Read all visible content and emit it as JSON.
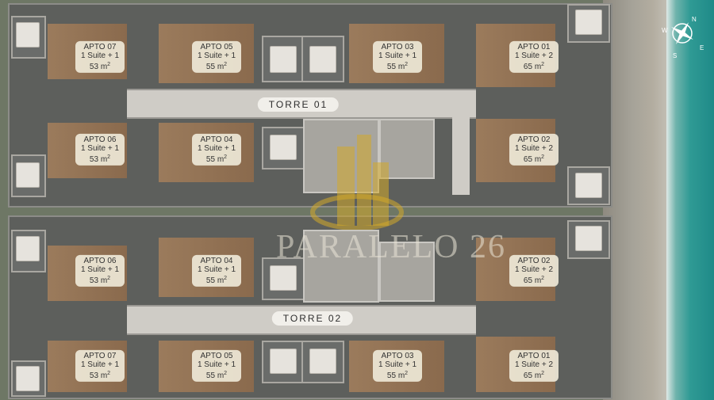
{
  "towers": [
    {
      "name": "TORRE 01",
      "apartments": [
        {
          "apto": "APTO 07",
          "type": "1 Suite + 1",
          "area": "53 m",
          "sup": "2"
        },
        {
          "apto": "APTO 05",
          "type": "1 Suite + 1",
          "area": "55 m",
          "sup": "2"
        },
        {
          "apto": "APTO 03",
          "type": "1 Suite + 1",
          "area": "55 m",
          "sup": "2"
        },
        {
          "apto": "APTO 01",
          "type": "1 Suite + 2",
          "area": "65 m",
          "sup": "2"
        },
        {
          "apto": "APTO 06",
          "type": "1 Suite + 1",
          "area": "53 m",
          "sup": "2"
        },
        {
          "apto": "APTO 04",
          "type": "1 Suite + 1",
          "area": "55 m",
          "sup": "2"
        },
        {
          "apto": "APTO 02",
          "type": "1 Suite + 2",
          "area": "65 m",
          "sup": "2"
        }
      ]
    },
    {
      "name": "TORRE 02",
      "apartments": [
        {
          "apto": "APTO 06",
          "type": "1 Suite + 1",
          "area": "53 m",
          "sup": "2"
        },
        {
          "apto": "APTO 04",
          "type": "1 Suite + 1",
          "area": "55 m",
          "sup": "2"
        },
        {
          "apto": "APTO 02",
          "type": "1 Suite + 2",
          "area": "65 m",
          "sup": "2"
        },
        {
          "apto": "APTO 07",
          "type": "1 Suite + 1",
          "area": "53 m",
          "sup": "2"
        },
        {
          "apto": "APTO 05",
          "type": "1 Suite + 1",
          "area": "55 m",
          "sup": "2"
        },
        {
          "apto": "APTO 03",
          "type": "1 Suite + 1",
          "area": "55 m",
          "sup": "2"
        },
        {
          "apto": "APTO 01",
          "type": "1 Suite + 2",
          "area": "65 m",
          "sup": "2"
        }
      ]
    }
  ],
  "watermark": "PARALELO 26",
  "compass": {
    "n": "N",
    "s": "S",
    "e": "E",
    "w": "W"
  },
  "colors": {
    "ground": "#6e7765",
    "sea": "#2f9a94",
    "wood": "#9b7b5c",
    "logo": "#d4aa2a"
  }
}
